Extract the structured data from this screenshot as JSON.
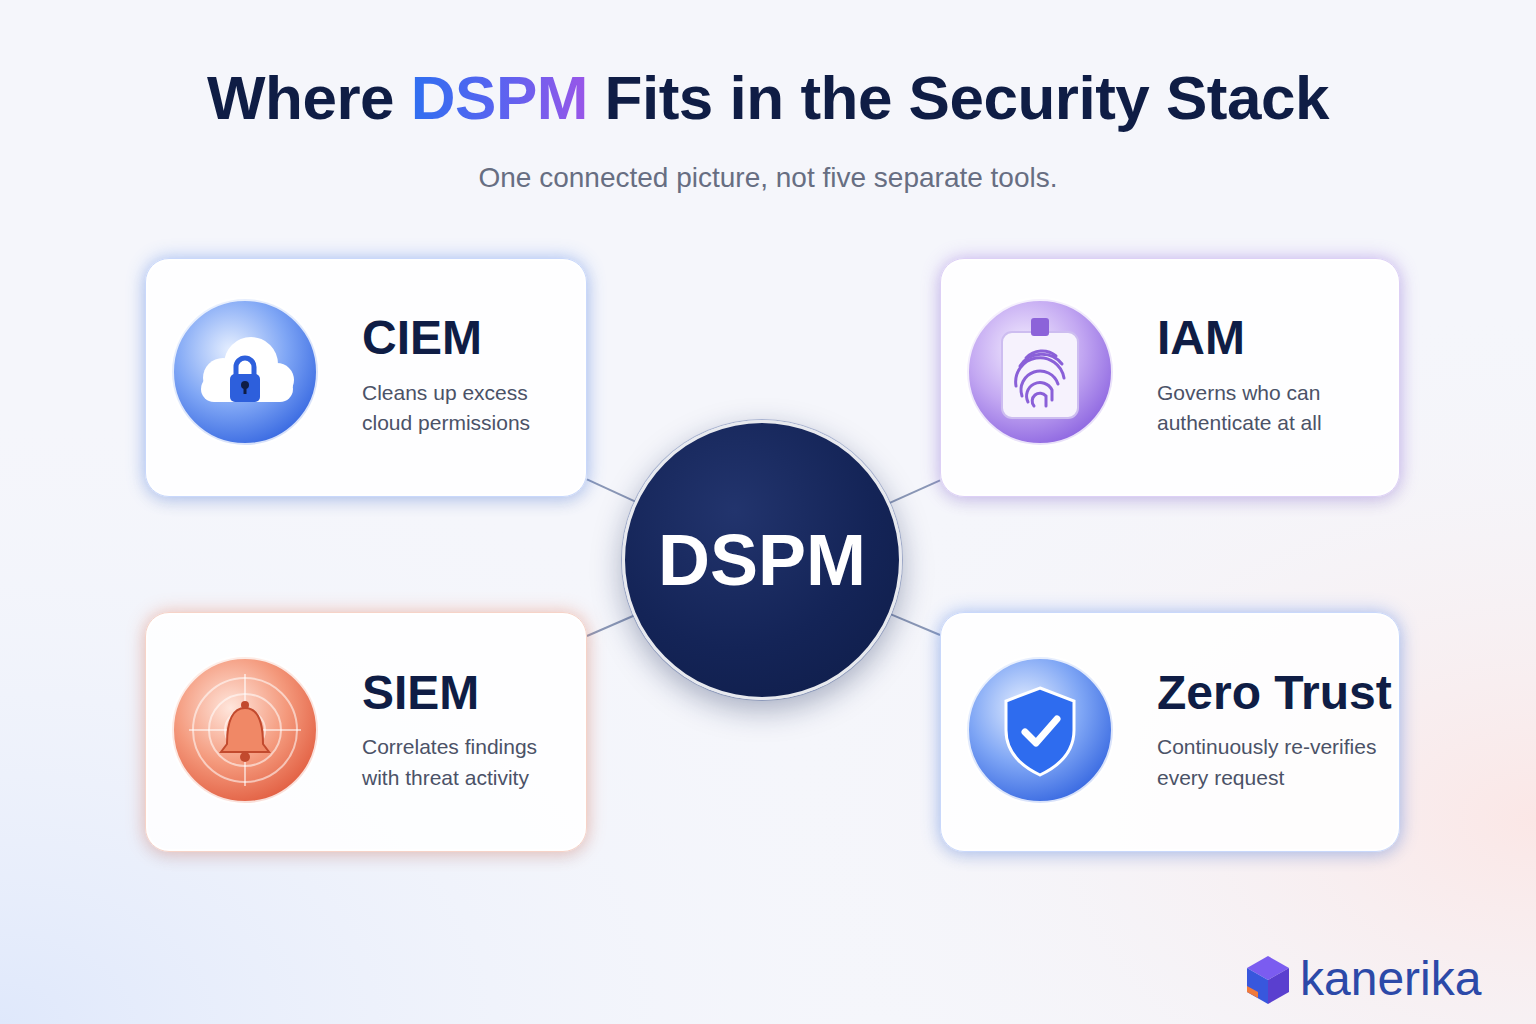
{
  "diagram": {
    "title": "Where DSPM Fits in the Security Stack",
    "caption": "One connected picture, not five separate tools.",
    "nodes": [
      {
        "text": [
          "CIEM",
          "Cleans up excess cloud permissions"
        ]
      },
      {
        "text": [
          "IAM",
          "Governs who can authenticate at all"
        ]
      },
      {
        "text": [
          "DSPM"
        ]
      },
      {
        "text": [
          "SIEM",
          "Correlates findings with threat activity"
        ]
      },
      {
        "text": [
          "Zero Trust",
          "Continuously re-verifies every request"
        ]
      }
    ],
    "edges": [
      {
        "from": 2,
        "to": 0,
        "arrow": "none"
      },
      {
        "from": 2,
        "to": 1,
        "arrow": "none"
      },
      {
        "from": 2,
        "to": 3,
        "arrow": "none"
      },
      {
        "from": 2,
        "to": 4,
        "arrow": "none"
      }
    ],
    "labels": [
      "kanerika"
    ]
  }
}
